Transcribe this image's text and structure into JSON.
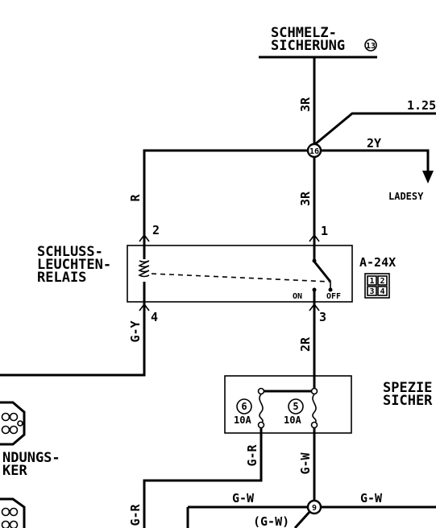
{
  "fuse_link": {
    "line1": "SCHMELZ-",
    "line2": "SICHERUNG",
    "number": "13"
  },
  "wires": {
    "w3r_top": "3R",
    "w1_25": "1.25",
    "w2y": "2Y",
    "w_r": "R",
    "w3r_mid": "3R",
    "w_gy": "G-Y",
    "w2r": "2R",
    "w_gr": "G-R",
    "w_gw_vert": "G-W",
    "w_gw_left": "G-W",
    "w_gw_right": "G-W",
    "w_gw_paren": "(G-W)",
    "w_gr_low": "G-R"
  },
  "ladesystem_label": "LADESY",
  "junctions": {
    "top": "16",
    "bottom": "9"
  },
  "relay": {
    "line1": "SCHLUSS-",
    "line2": "LEUCHTEN-",
    "line3": "RELAIS",
    "pin1": "1",
    "pin2": "2",
    "pin3": "3",
    "pin4": "4",
    "on": "ON",
    "off": "OFF",
    "connector": "A-24X",
    "conn_pins": [
      "1",
      "2",
      "3",
      "4"
    ]
  },
  "special_fuse": {
    "line1": "SPEZIE",
    "line2": "SICHER",
    "fuses": [
      {
        "number": "6",
        "rating": "10A"
      },
      {
        "number": "5",
        "rating": "10A"
      }
    ]
  },
  "connector_left": {
    "line1": "NDUNGS-",
    "line2": "KER"
  }
}
